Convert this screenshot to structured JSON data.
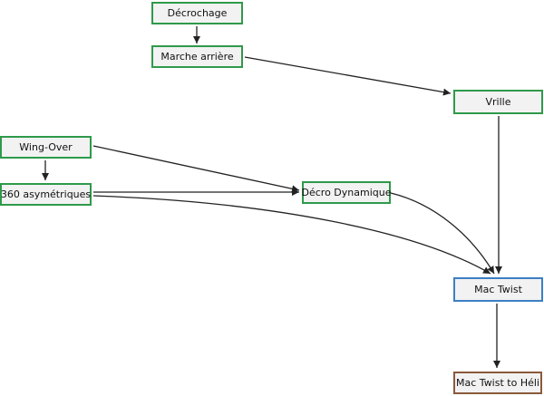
{
  "nodes": {
    "decrochage": "Décrochage",
    "marche_arriere": "Marche arrière",
    "vrille": "Vrille",
    "wing_over": "Wing-Over",
    "asymetriques_360": "360 asymétriques",
    "decro_dynamique": "Décro Dynamique",
    "mac_twist": "Mac Twist",
    "mac_twist_heli": "Mac Twist to Héli"
  },
  "edges": [
    {
      "from": "decrochage",
      "to": "marche_arriere"
    },
    {
      "from": "marche_arriere",
      "to": "vrille"
    },
    {
      "from": "wing_over",
      "to": "asymetriques_360"
    },
    {
      "from": "wing_over",
      "to": "decro_dynamique"
    },
    {
      "from": "asymetriques_360",
      "to": "decro_dynamique"
    },
    {
      "from": "asymetriques_360",
      "to": "mac_twist"
    },
    {
      "from": "decro_dynamique",
      "to": "mac_twist"
    },
    {
      "from": "vrille",
      "to": "mac_twist"
    },
    {
      "from": "mac_twist",
      "to": "mac_twist_heli"
    }
  ],
  "colors": {
    "default_border": "#2e9a4a",
    "mac_twist_border": "#3d7fc4",
    "mac_twist_heli_border": "#8a5a3b",
    "node_fill": "#f2f2f2",
    "edge": "#222222"
  }
}
